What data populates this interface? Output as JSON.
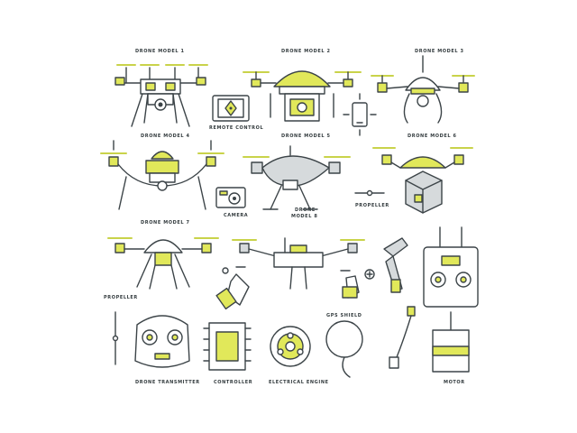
{
  "colors": {
    "accent": "#e1e85a",
    "line": "#3c4448",
    "light_gray": "#d6dadc",
    "background": "#ffffff"
  },
  "labels": {
    "drone_model_1": "DRONE MODEL 1",
    "drone_model_2": "DRONE MODEL 2",
    "drone_model_3": "DRONE MODEL 3",
    "remote_control": "REMOTE CONTROL",
    "drone_model_4": "DRONE MODEL 4",
    "drone_model_5": "DRONE MODEL 5",
    "drone_model_6": "DRONE MODEL 6",
    "camera": "CAMERA",
    "drone_model_8_line1": "DRONE",
    "drone_model_8_line2": "MODEL 8",
    "propeller_top": "PROPELLER",
    "drone_model_7": "DRONE MODEL 7",
    "propeller_left": "PROPELLER",
    "gps_shield": "GPS SHIELD",
    "drone_transmitter": "DRONE TRANSMITTER",
    "controller": "CONTROLLER",
    "electrical_engine": "ELECTRICAL ENGINE",
    "motor": "MOTOR"
  },
  "icons": [
    "drone-icon",
    "remote-control-icon",
    "phone-tilt-icon",
    "camera-icon",
    "package-drone-icon",
    "propeller-icon",
    "hand-touch-icon",
    "hand-plus-icon",
    "robotic-arm-icon",
    "transmitter-icon",
    "controller-chip-icon",
    "electrical-engine-icon",
    "gps-balloon-icon",
    "cable-connector-icon",
    "motor-icon"
  ]
}
